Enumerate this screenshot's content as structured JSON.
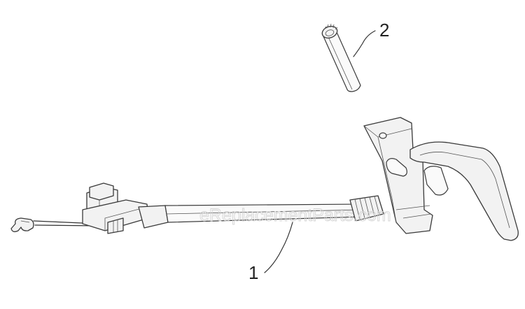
{
  "diagram": {
    "parts": [
      {
        "callout": "1",
        "name": "control cable with bail handle"
      },
      {
        "callout": "2",
        "name": "pin"
      }
    ],
    "watermark": "eReplacementParts.com"
  }
}
